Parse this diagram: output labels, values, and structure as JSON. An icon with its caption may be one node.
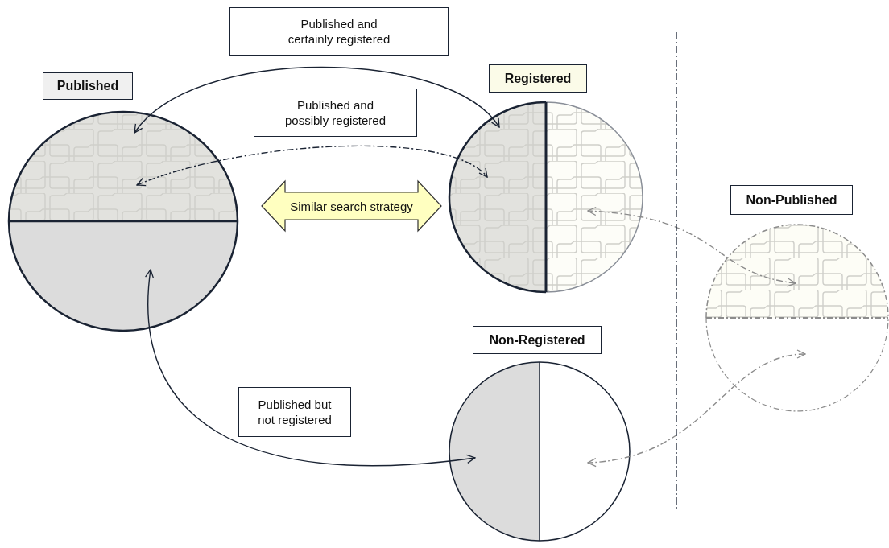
{
  "diagram": {
    "nodes": [
      {
        "text": [
          "Published"
        ]
      },
      {
        "text": [
          "Registered"
        ]
      },
      {
        "text": [
          "Non-Published"
        ]
      },
      {
        "text": [
          "Non-Registered"
        ]
      },
      {
        "text": [
          "Published and certainly registered"
        ]
      },
      {
        "text": [
          "Published and possibly registered"
        ]
      },
      {
        "text": [
          "Published but not registered"
        ]
      }
    ],
    "edges": [
      {
        "from": 0,
        "to": 1,
        "arrow": "both"
      },
      {
        "from": 0,
        "to": 1,
        "arrow": "both",
        "style": "dashed"
      },
      {
        "from": 0,
        "to": 3,
        "arrow": "both"
      },
      {
        "from": 2,
        "to": 1,
        "arrow": "both",
        "style": "dashed",
        "color": "#8c8c8c"
      },
      {
        "from": 2,
        "to": 3,
        "arrow": "both",
        "style": "dashed",
        "color": "#8c8c8c"
      },
      {
        "from": 0,
        "to": 1,
        "arrow": "both",
        "style": "thick",
        "label": "Similar search strategy"
      }
    ]
  }
}
